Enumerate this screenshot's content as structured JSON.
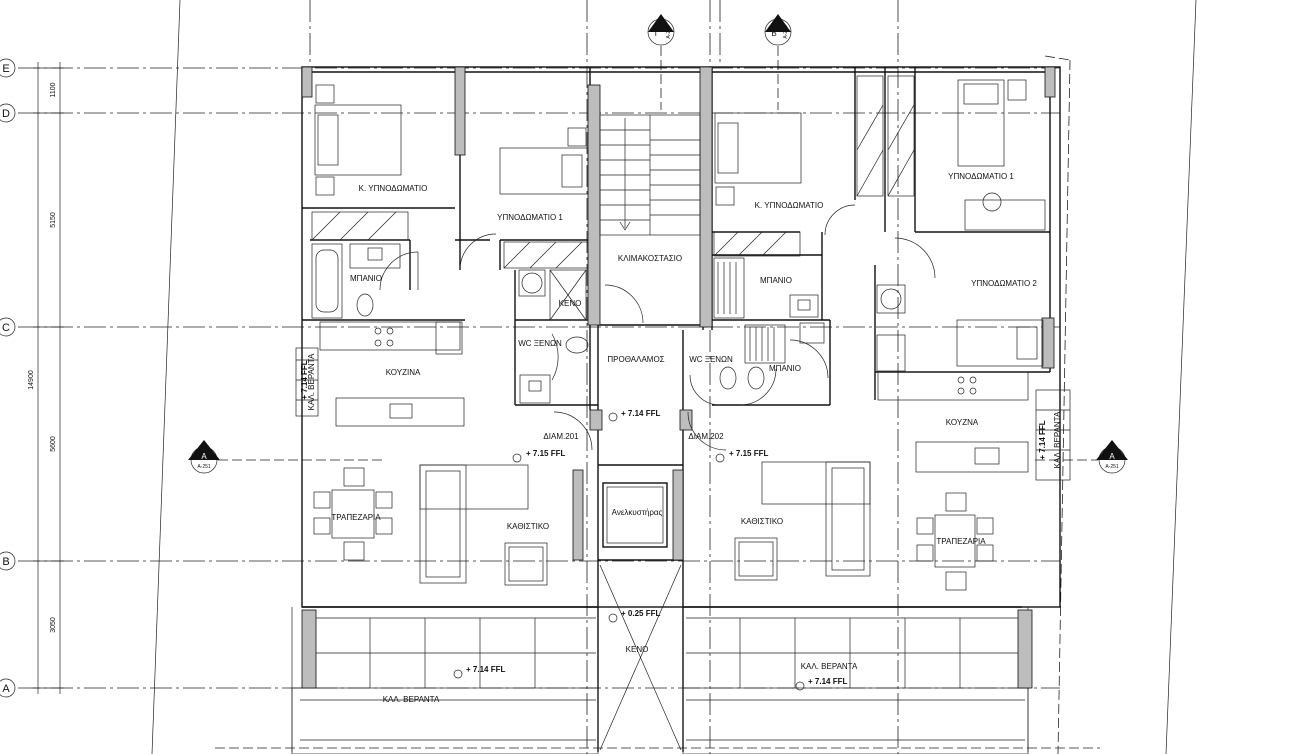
{
  "grid_bubbles": [
    "E",
    "D",
    "C",
    "B",
    "A"
  ],
  "dimensions": {
    "segments": [
      "1100",
      "5150",
      "5600",
      "3050"
    ],
    "total": "14900"
  },
  "section_markers": {
    "gamma": {
      "letter": "Γ",
      "sheet": "A-253"
    },
    "beta": {
      "letter": "B",
      "sheet": "A-252"
    },
    "a_left": {
      "letter": "A",
      "sheet": "A-251"
    },
    "a_right": {
      "letter": "A",
      "sheet": "A-251"
    }
  },
  "rooms": {
    "left_master_bedroom": "Κ. ΥΠΝΟΔΩΜΑΤΙΟ",
    "left_bedroom_1": "ΥΠΝΟΔΩΜΑΤΙΟ 1",
    "left_bathroom": "ΜΠΑΝΙΟ",
    "left_void": "ΚΕΝΟ",
    "left_wc": "WC ΞΕΝΩΝ",
    "left_kitchen": "ΚΟΥΖΙΝΑ",
    "left_veranda_side": "ΚΑΛ. ΒΕΡΑΝΤΑ",
    "left_apartment": "ΔΙΑΜ.201",
    "left_dining": "ΤΡΑΠΕΖΑΡΙΑ",
    "left_living": "ΚΑΘΙΣΤΙΚΟ",
    "left_veranda": "ΚΑΛ. ΒΕΡΑΝΤΑ",
    "staircase": "ΚΛΙΜΑΚΟΣΤΑΣΙΟ",
    "lobby": "ΠΡΟΘΑΛΑΜΟΣ",
    "elevator": "Ανελκυστήρας",
    "shaft_void": "ΚΕΝΟ",
    "right_master_bedroom": "Κ. ΥΠΝΟΔΩΜΑΤΙΟ",
    "right_bedroom_1": "ΥΠΝΟΔΩΜΑΤΙΟ 1",
    "right_bedroom_2": "ΥΠΝΟΔΩΜΑΤΙΟ 2",
    "right_bathroom_1": "ΜΠΑΝΙΟ",
    "right_wc": "WC ΞΕΝΩΝ",
    "right_bathroom_2": "ΜΠΑΝΙΟ",
    "right_kitchen": "ΚΟΥΖΝΑ",
    "right_veranda_side": "ΚΑΛ. ΒΕΡΑΝΤΑ",
    "right_apartment": "ΔΙΑΜ.202",
    "right_living": "ΚΑΘΙΣΤΙΚΟ",
    "right_dining": "ΤΡΑΠΕΖΑΡΙΑ",
    "right_veranda": "ΚΑΛ. ΒΕΡΑΝΤΑ"
  },
  "levels": {
    "lobby": "+ 7.14 FFL",
    "left_apartment": "+ 7.15 FFL",
    "right_apartment": "+ 7.15 FFL",
    "shaft": "+ 0.25 FFL",
    "left_veranda": "+ 7.14 FFL",
    "right_veranda": "+ 7.14 FFL",
    "left_side_veranda": "+ 7.14 FFL",
    "right_side_veranda": "+ 7.14 FFL"
  }
}
